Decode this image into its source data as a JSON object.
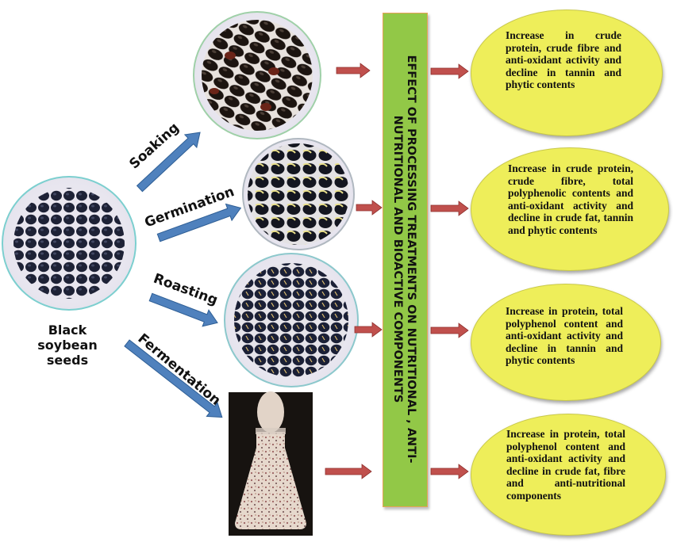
{
  "source": {
    "label": "Black soybean seeds",
    "label_lines": [
      "Black",
      "soybean",
      "seeds"
    ]
  },
  "treatments": [
    {
      "label": "Soaking"
    },
    {
      "label": "Germination"
    },
    {
      "label": "Roasting"
    },
    {
      "label": "Fermentation"
    }
  ],
  "center_title": "EFFECT OF PROCESSING TREATMENTS ON NUTRITIONAL , ANTI-NUTRITIONAL AND BIOACTIVE COMPONENTS",
  "effects": [
    {
      "treatment": "Soaking",
      "text": "Increase in crude protein, crude fibre and anti-oxidant activity and decline in tannin and phytic contents"
    },
    {
      "treatment": "Germination",
      "text": "Increase in crude protein, crude fibre, total polyphenolic contents and anti-oxidant activity and decline in crude fat, tannin and phytic contents"
    },
    {
      "treatment": "Roasting",
      "text": "Increase in protein, total polyphenol content and anti-oxidant activity and decline in tannin and phytic contents"
    },
    {
      "treatment": "Fermentation",
      "text": "Increase in protein, total polyphenol content and anti-oxidant activity and decline in crude fat, fibre and anti-nutritional components"
    }
  ],
  "colors": {
    "treatment_arrow": "#4f81bd",
    "effect_arrow": "#c0504d",
    "center_box": "#92c847",
    "ellipse": "#eeee5a"
  }
}
